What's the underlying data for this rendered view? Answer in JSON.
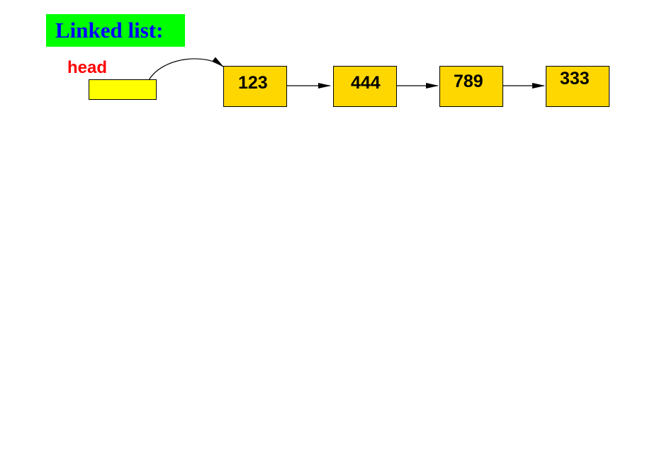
{
  "title": "Linked list:",
  "head_label": "head",
  "nodes": [
    {
      "value": "123"
    },
    {
      "value": "444"
    },
    {
      "value": "789"
    },
    {
      "value": "333"
    }
  ],
  "colors": {
    "title_background": "#00ff00",
    "title_text": "#0000ff",
    "head_label": "#ff0000",
    "head_pointer_fill": "#ffff00",
    "node_fill": "#ffd700",
    "arrow": "#000000"
  }
}
